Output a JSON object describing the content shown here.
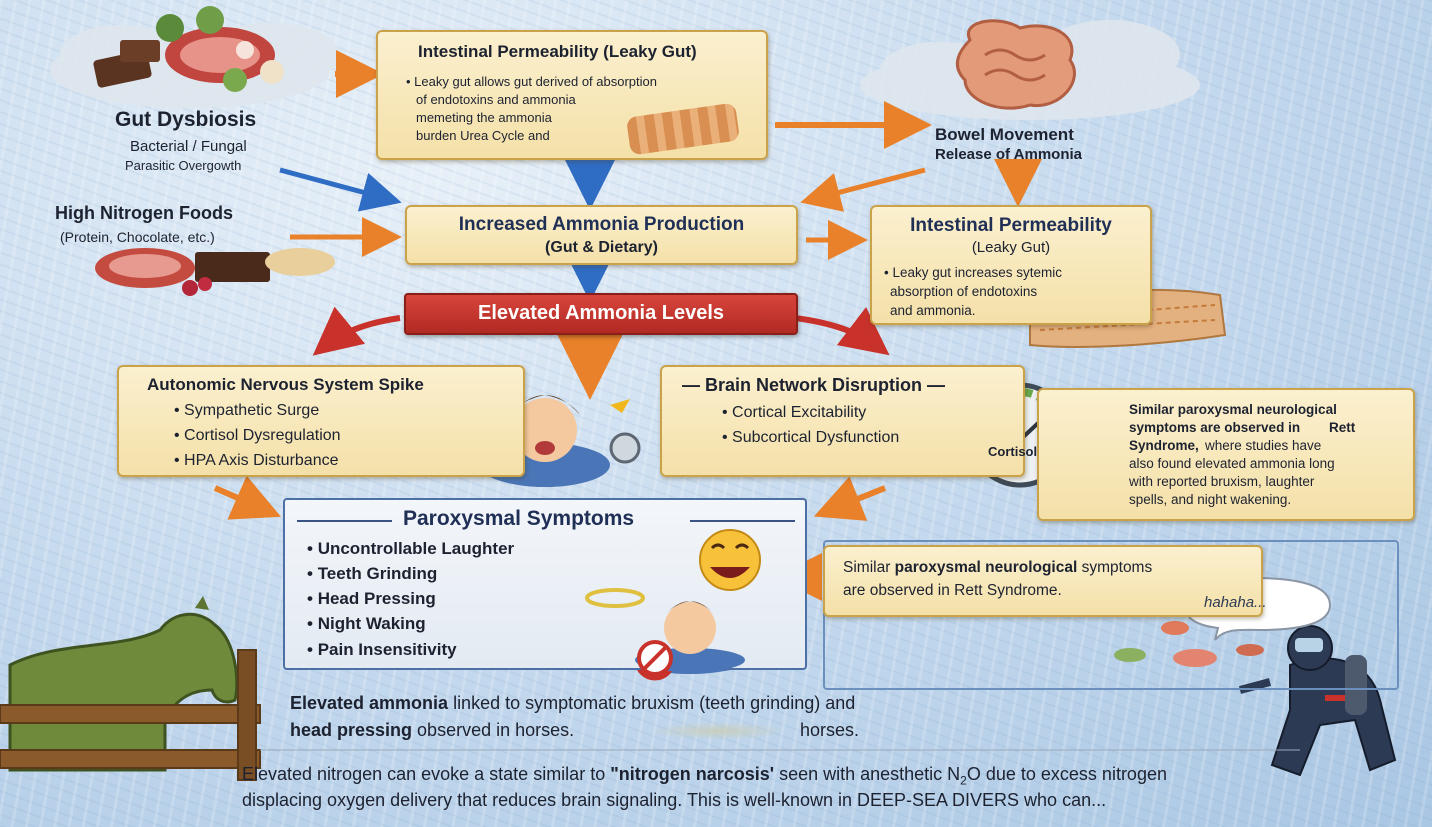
{
  "gut_dysbiosis": {
    "title": "Gut Dysbiosis",
    "line1": "Bacterial / Fungal",
    "line2": "Parasitic Overgowth"
  },
  "high_nitrogen": {
    "title": "High Nitrogen Foods",
    "subtitle": "(Protein, Chocolate, etc.)"
  },
  "leaky_top": {
    "title": "Intestinal Permeability (Leaky Gut)",
    "lines": [
      "• Leaky gut allows gut derived of absorption",
      "of endotoxins and ammonia",
      "memeting the ammonia",
      "burden Urea Cycle and"
    ]
  },
  "bowel": {
    "line1": "Bowel Movement",
    "line2": "Release of Ammonia"
  },
  "production": {
    "line1": "Increased Ammonia Production",
    "line2": "(Gut & Dietary)"
  },
  "leaky_right": {
    "title": "Intestinal Permeability",
    "subtitle": "(Leaky Gut)",
    "lines": [
      "• Leaky gut increases sytemic",
      "absorption of endotoxins",
      "and ammonia."
    ]
  },
  "elevated": {
    "label": "Elevated Ammonia Levels"
  },
  "ans": {
    "title": "Autonomic Nervous System Spike",
    "items": [
      "Sympathetic Surge",
      "Cortisol Dysregulation",
      "HPA Axis Disturbance"
    ]
  },
  "brain": {
    "title": "— Brain Network Disruption —",
    "items": [
      "Cortical Excitability",
      "Subcortical Dysfunction"
    ]
  },
  "gauge": {
    "label": "Cortisol"
  },
  "rett_box": {
    "bold1": "Similar paroxysmal neurological",
    "bold2": "symptoms are observed in",
    "bold3a": "Rett",
    "bold3b": "Syndrome,",
    "plain3": "where studies have",
    "line4": "also found elevated ammonia long",
    "line5": "with reported bruxism, laughter",
    "line6": "spells, and night wakening."
  },
  "paroxysmal": {
    "title": "Paroxysmal Symptoms",
    "items": [
      "Uncontrollable Laughter",
      "Teeth Grinding",
      "Head Pressing",
      "Night Waking",
      "Pain Insensitivity"
    ]
  },
  "rett_small": {
    "pre": "Similar ",
    "bold": "paroxysmal neurological",
    "post": " symptoms",
    "line2": "are observed in Rett Syndrome."
  },
  "bubble": {
    "text": "hahaha..."
  },
  "horses": {
    "b1": "Elevated ammonia",
    "t1": " linked to symptomatic bruxism (teeth grinding) and",
    "b2": "head pressing",
    "t2": " observed in horses.",
    "t3": "horses."
  },
  "footer": {
    "p1": "Elevated nitrogen can evoke a state similar to ",
    "q": "\"nitrogen narcosis'",
    "p2": " seen with anesthetic N",
    "sub": "2",
    "p3": "O due to excess nitrogen",
    "line2": "displacing oxygen delivery that reduces brain signaling. This is well-known in DEEP-SEA DIVERS who can..."
  },
  "colors": {
    "arrow_orange": "#e8812a",
    "arrow_blue": "#2f6cc4",
    "red_banner": "#c8322b",
    "box_border": "#c9a24a",
    "title_navy": "#1f2f55"
  }
}
